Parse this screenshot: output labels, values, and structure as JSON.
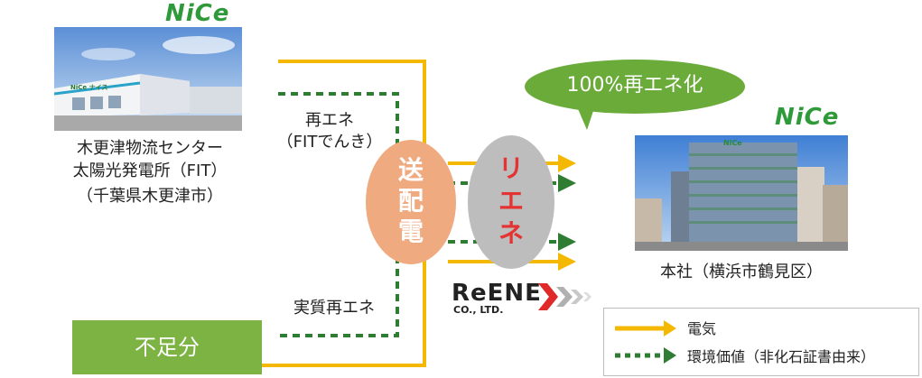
{
  "left": {
    "logo": "NiCe",
    "plant_line1": "木更津物流センター",
    "plant_line2": "太陽光発電所（FIT）",
    "plant_line3": "（千葉県木更津市）",
    "photo_sign": "NiCe ナイス",
    "shortfall": "不足分"
  },
  "middle": {
    "fit_line1": "再エネ",
    "fit_line2": "（FITでんき）",
    "actual": "実質再エネ",
    "grid_char1": "送",
    "grid_char2": "配",
    "grid_char3": "電",
    "reene_char1": "リ",
    "reene_char2": "エ",
    "reene_char3": "ネ",
    "company_logo": "ReENE",
    "company_sub": "CO., LTD."
  },
  "right": {
    "bubble": "100%再エネ化",
    "logo": "NiCe",
    "photo_sign": "NiCe",
    "hq": "本社（横浜市鶴見区）"
  },
  "legend": {
    "electricity": "電気",
    "env_value": "環境価値（非化石証書由来）"
  },
  "colors": {
    "yellow": "#f5b800",
    "green_dash": "#2e7d32",
    "grid_oval": "#f0aa80",
    "reene_oval": "#bdbdbd",
    "bubble": "#6aab3a",
    "shortfall_box": "#7cb342"
  }
}
